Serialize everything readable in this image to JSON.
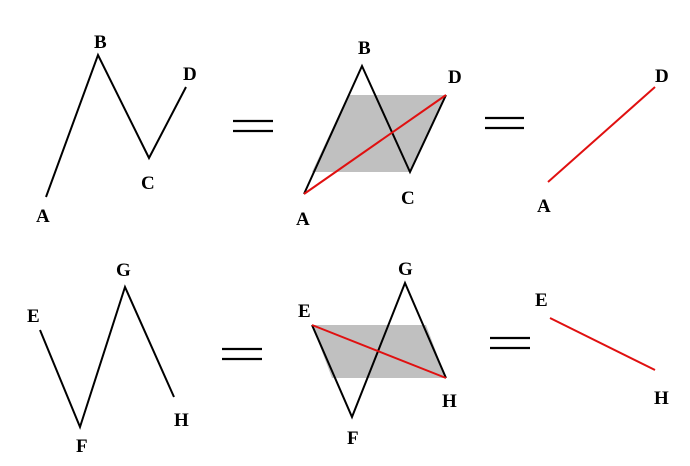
{
  "rows": [
    {
      "original": {
        "labels": {
          "a": "A",
          "b": "B",
          "c": "C",
          "d": "D"
        }
      },
      "construction": {
        "labels": {
          "a": "A",
          "b": "B",
          "c": "C",
          "d": "D"
        }
      },
      "result": {
        "labels": {
          "start": "A",
          "end": "D"
        }
      }
    },
    {
      "original": {
        "labels": {
          "a": "E",
          "b": "F",
          "c": "G",
          "d": "H"
        }
      },
      "construction": {
        "labels": {
          "a": "E",
          "b": "F",
          "c": "G",
          "d": "H"
        }
      },
      "result": {
        "labels": {
          "start": "E",
          "end": "H"
        }
      }
    }
  ],
  "colors": {
    "line": "#000000",
    "resultant": "#e01010",
    "shading": "#c0c0c0"
  }
}
